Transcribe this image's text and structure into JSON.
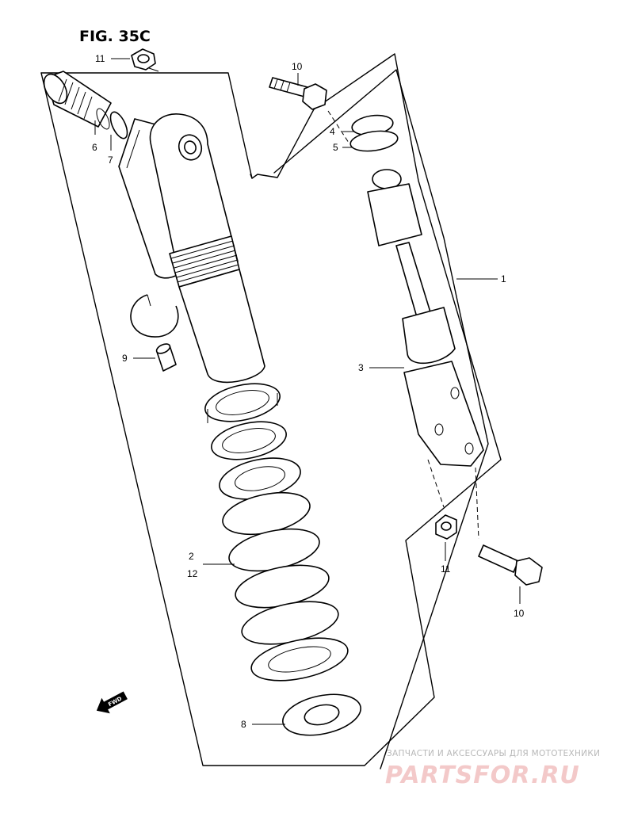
{
  "figure": {
    "title": "FIG. 35C"
  },
  "callouts": {
    "c1": "1",
    "c2": "2",
    "c3": "3",
    "c4": "4",
    "c5": "5",
    "c6": "6",
    "c7": "7",
    "c8": "8",
    "c9": "9",
    "c10a": "10",
    "c10b": "10",
    "c11a": "11",
    "c11b": "11",
    "c12": "12"
  },
  "direction_indicator": {
    "label": "FWD"
  },
  "watermark": {
    "tagline": "ЗАПЧАСТИ И АКСЕССУАРЫ ДЛЯ МОТОТЕХНИКИ",
    "logo": "PARTSFOR.RU"
  }
}
